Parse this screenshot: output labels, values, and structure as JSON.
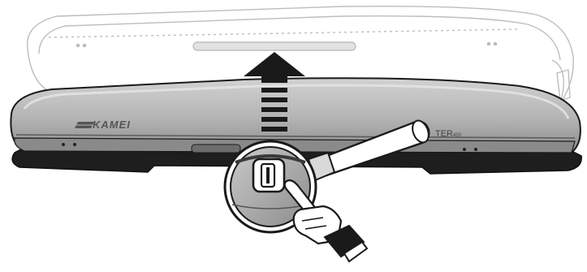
{
  "product": {
    "brand_text": "KAMEI",
    "model_text": "TER",
    "model_suffix_text": "450"
  },
  "colors": {
    "background": "#ffffff",
    "outline": "#1a1a1a",
    "box_shell": "#b0b0b0",
    "box_shadow": "#7a7a7a",
    "open_lid": "#ffffff",
    "arrow_fill": "#1a1a1a",
    "hand_fill": "#ffffff"
  },
  "instruction": {
    "direction": "up",
    "icons": [
      "up-arrow-icon",
      "magnifier-icon",
      "pointing-hand-icon",
      "lock-icon"
    ]
  }
}
